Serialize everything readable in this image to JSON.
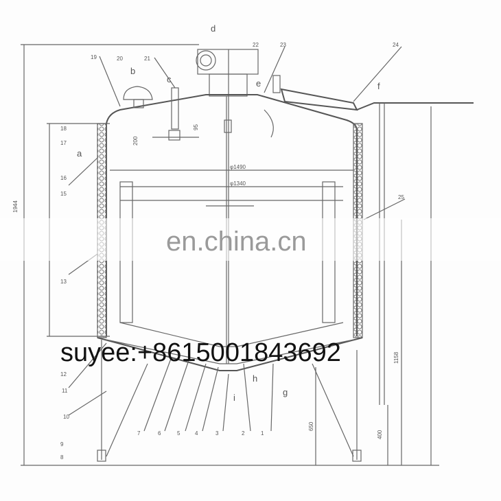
{
  "labels": {
    "d": "d",
    "n22": "22",
    "n23": "23",
    "n24": "24",
    "f": "f",
    "n19": "19",
    "n20": "20",
    "b": "b",
    "n21": "21",
    "c": "c",
    "e": "e",
    "n18": "18",
    "n17": "17",
    "a": "a",
    "n16": "16",
    "n15": "15",
    "n25": "25",
    "n13": "13",
    "n12": "12",
    "n11": "11",
    "n10": "10",
    "n9": "9",
    "n8": "8",
    "n7": "7",
    "n6": "6",
    "n5": "5",
    "n4": "4",
    "n3": "3",
    "n2": "2",
    "n1": "1",
    "h": "h",
    "i": "i",
    "g": "g"
  },
  "dimensions": {
    "overall_height": "1944",
    "top_offset": "200",
    "neck": "95",
    "inner_dia": "φ1490",
    "frame_dia": "φ1340",
    "leg_height": "650",
    "outlet_height": "400",
    "pipe_height": "1158"
  },
  "watermarks": {
    "site": "en.china.cn",
    "contact": "suyee:+8615001843692"
  }
}
